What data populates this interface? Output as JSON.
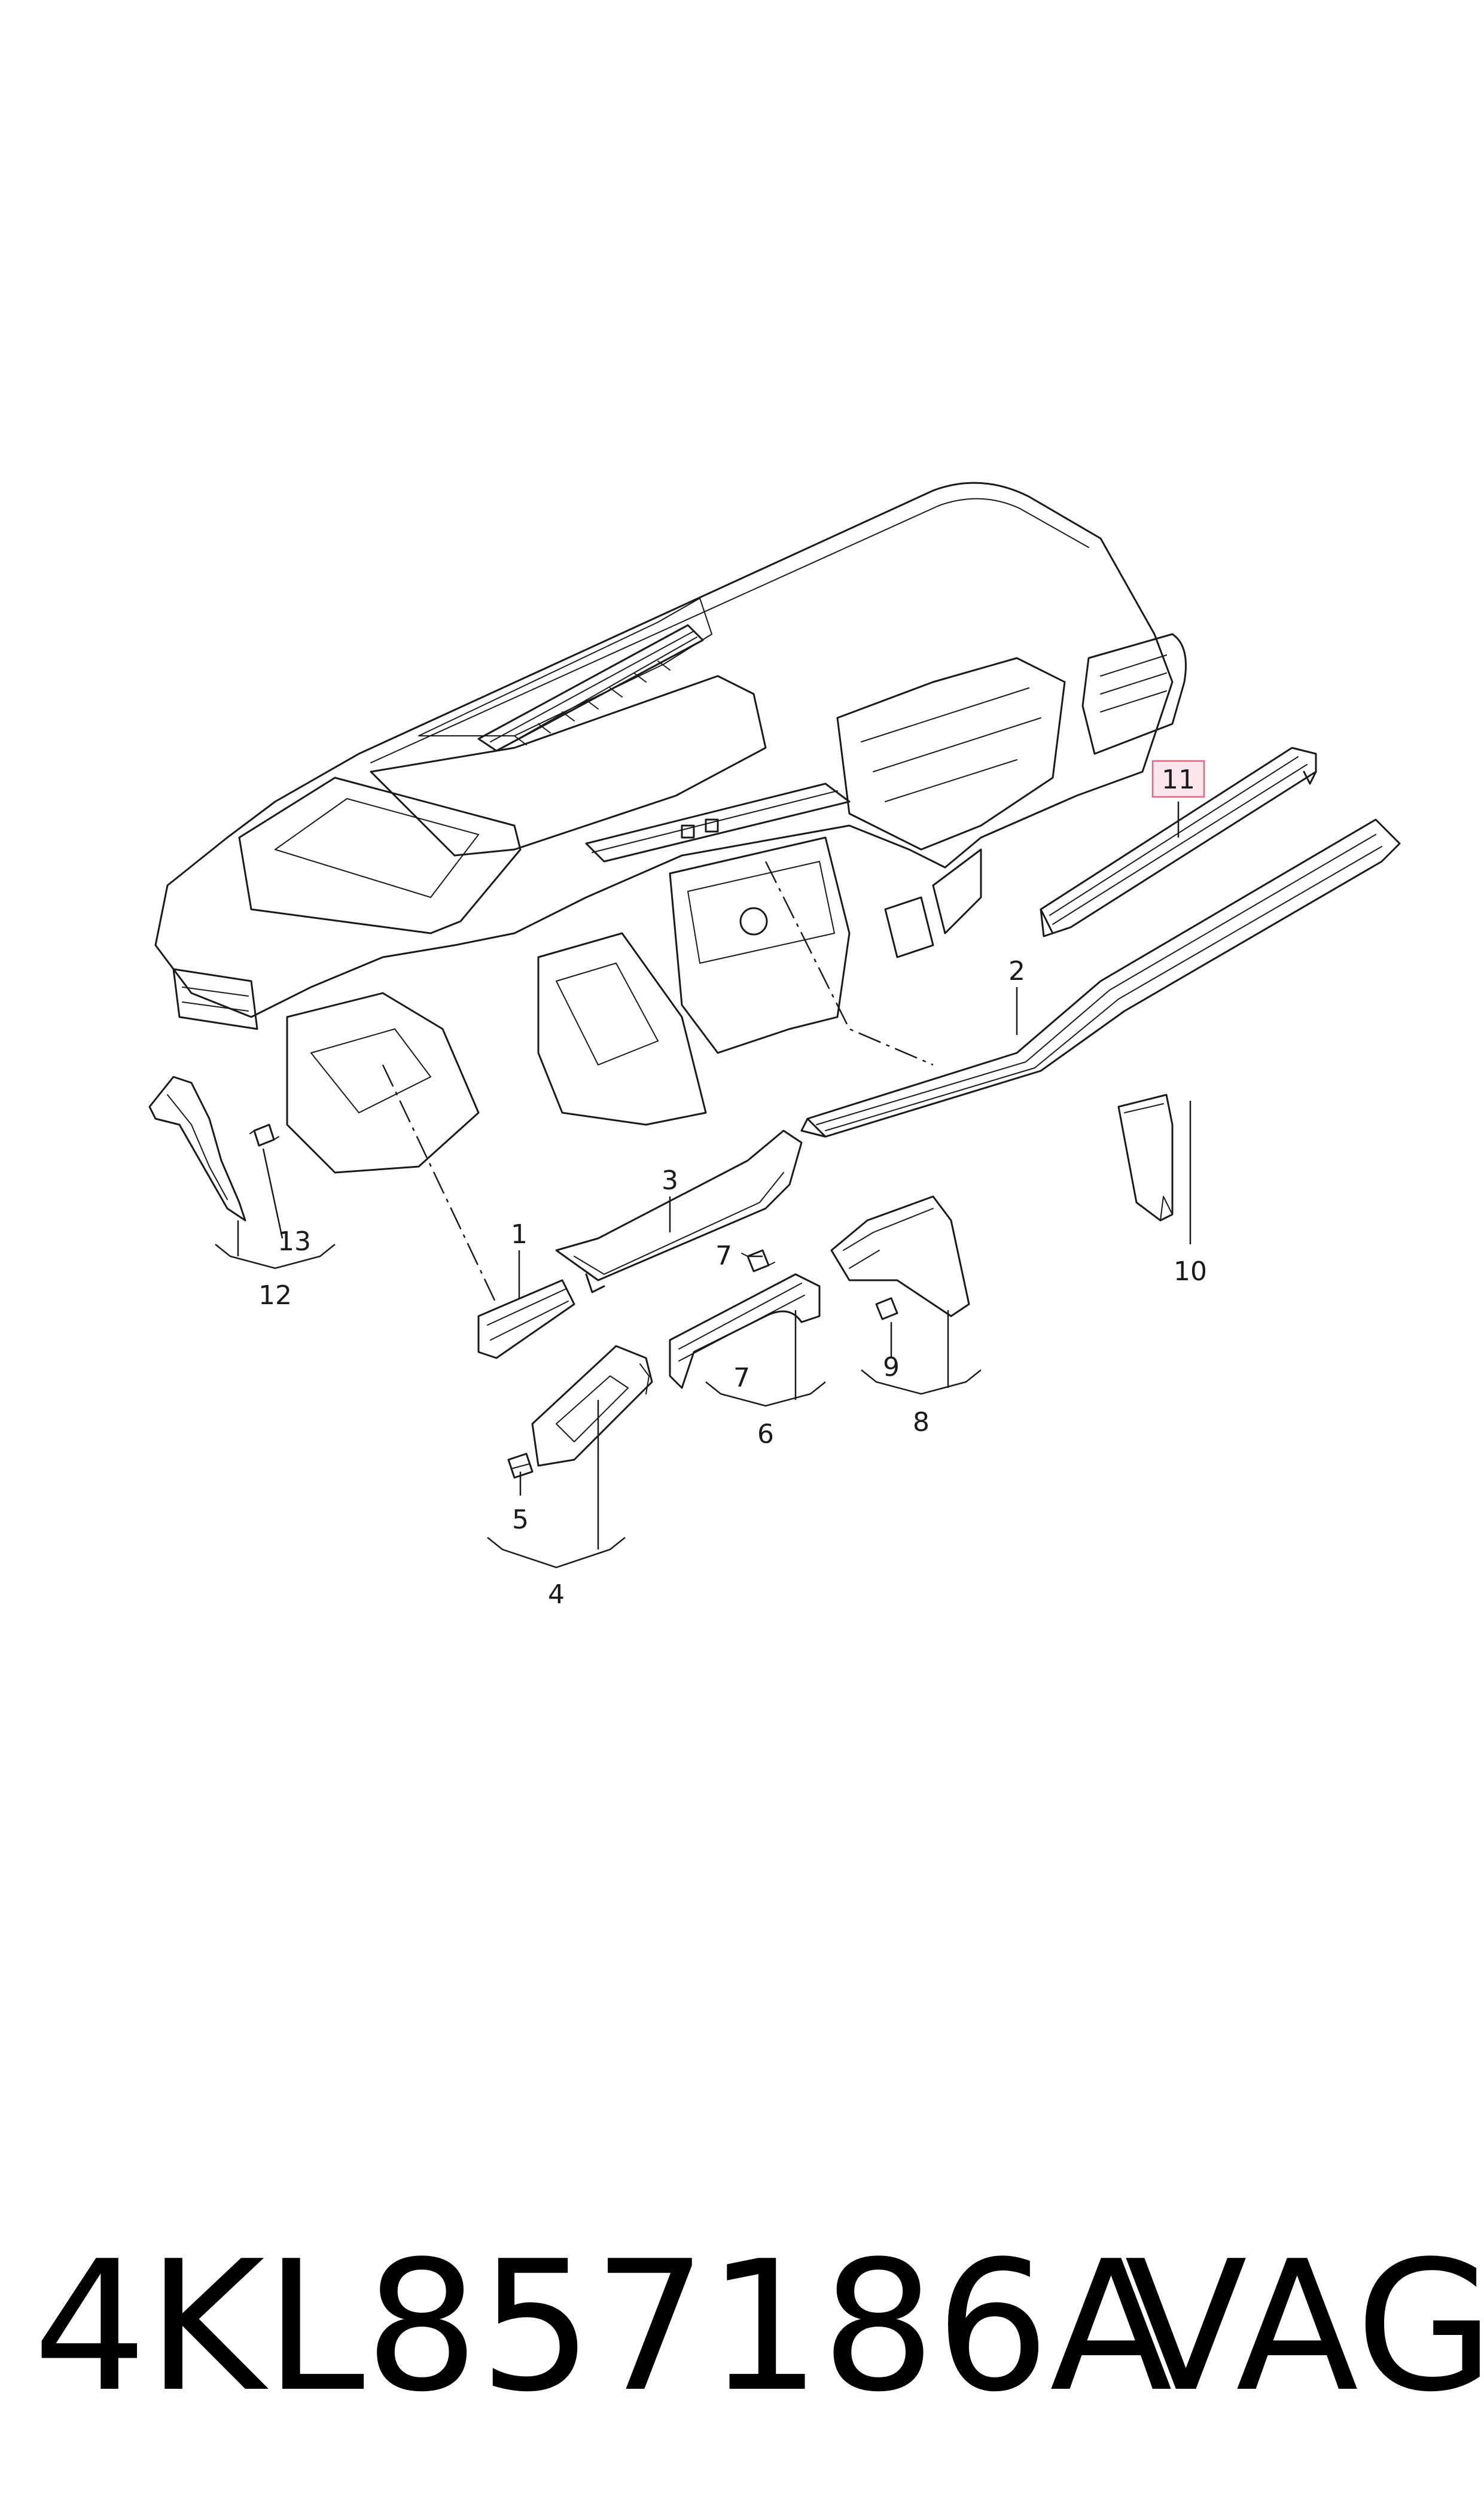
{
  "callouts": {
    "c1": "1",
    "c2": "2",
    "c3": "3",
    "c4": "4",
    "c5": "5",
    "c6": "6",
    "c7": "7",
    "c8": "8",
    "c9": "9",
    "c10": "10",
    "c11": "11",
    "c12": "12",
    "c13": "13"
  },
  "highlighted_callout": "11",
  "colors": {
    "line": "#1a1a1a",
    "highlight_fill": "#fde7ec",
    "highlight_border": "#e8637f"
  },
  "footer": {
    "part_number": "4KL857186A",
    "brand": "VAG"
  }
}
